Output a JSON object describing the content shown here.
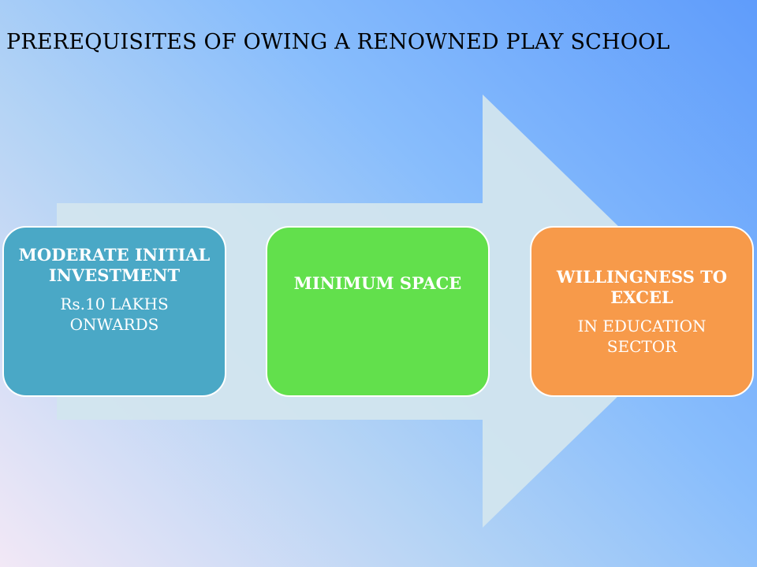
{
  "slide": {
    "title": "PREREQUISITES OF OWING A RENOWNED PLAY SCHOOL",
    "steps": [
      {
        "heading": "MODERATE INITIAL INVESTMENT",
        "detail": "Rs.10 LAKHS ONWARDS",
        "color": "#4aa8c6"
      },
      {
        "heading": "MINIMUM SPACE",
        "detail": "",
        "color": "#62e04c"
      },
      {
        "heading": "WILLINGNESS TO EXCEL",
        "detail": "IN EDUCATION SECTOR",
        "color": "#f79a4a"
      }
    ],
    "arrow_color": "#d2e5ee"
  }
}
